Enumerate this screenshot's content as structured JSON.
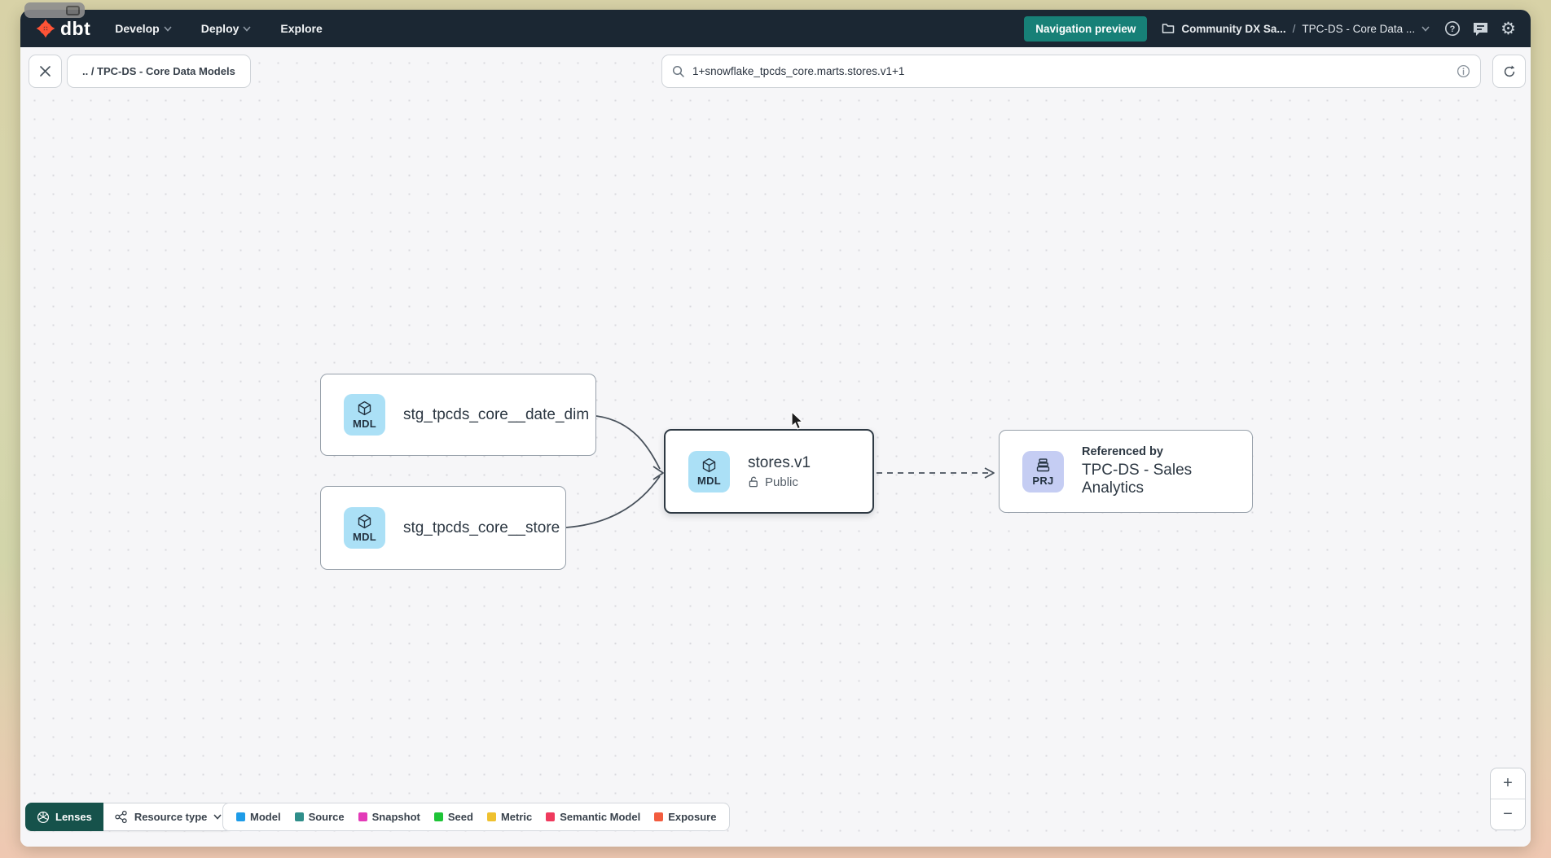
{
  "navbar": {
    "logo": "dbt",
    "menu": [
      {
        "label": "Develop"
      },
      {
        "label": "Deploy"
      },
      {
        "label": "Explore"
      }
    ],
    "preview_button": "Navigation preview",
    "breadcrumb": {
      "project": "Community DX Sa...",
      "separator": "/",
      "current": "TPC-DS - Core Data ..."
    }
  },
  "toolbar": {
    "path_chip": ".. / TPC-DS - Core Data Models",
    "search_value": "1+snowflake_tpcds_core.marts.stores.v1+1"
  },
  "graph": {
    "nodes": [
      {
        "badge": "MDL",
        "label": "stg_tpcds_core__date_dim"
      },
      {
        "badge": "MDL",
        "label": "stg_tpcds_core__store"
      },
      {
        "badge": "MDL",
        "label": "stores.v1",
        "access": "Public"
      },
      {
        "badge": "PRJ",
        "kicker": "Referenced by",
        "label": "TPC-DS - Sales Analytics"
      }
    ]
  },
  "footer": {
    "lenses": "Lenses",
    "resource_type": "Resource type",
    "legend": [
      {
        "label": "Model",
        "color": "#1e9ce8"
      },
      {
        "label": "Source",
        "color": "#2f8e8a"
      },
      {
        "label": "Snapshot",
        "color": "#e33ab8"
      },
      {
        "label": "Seed",
        "color": "#1ec437"
      },
      {
        "label": "Metric",
        "color": "#efc12f"
      },
      {
        "label": "Semantic Model",
        "color": "#ef3a5d"
      },
      {
        "label": "Exposure",
        "color": "#f25c3f"
      }
    ]
  },
  "zoom": {
    "in": "+",
    "out": "−"
  },
  "colors": {
    "navbar_bg": "#1b2733",
    "accent_teal": "#178077",
    "lenses_teal": "#16524b",
    "brand_orange": "#ff5336",
    "model_icon_bg": "#abe0f6",
    "project_icon_bg": "#c5cdf3",
    "canvas_bg": "#f6f6f8"
  }
}
